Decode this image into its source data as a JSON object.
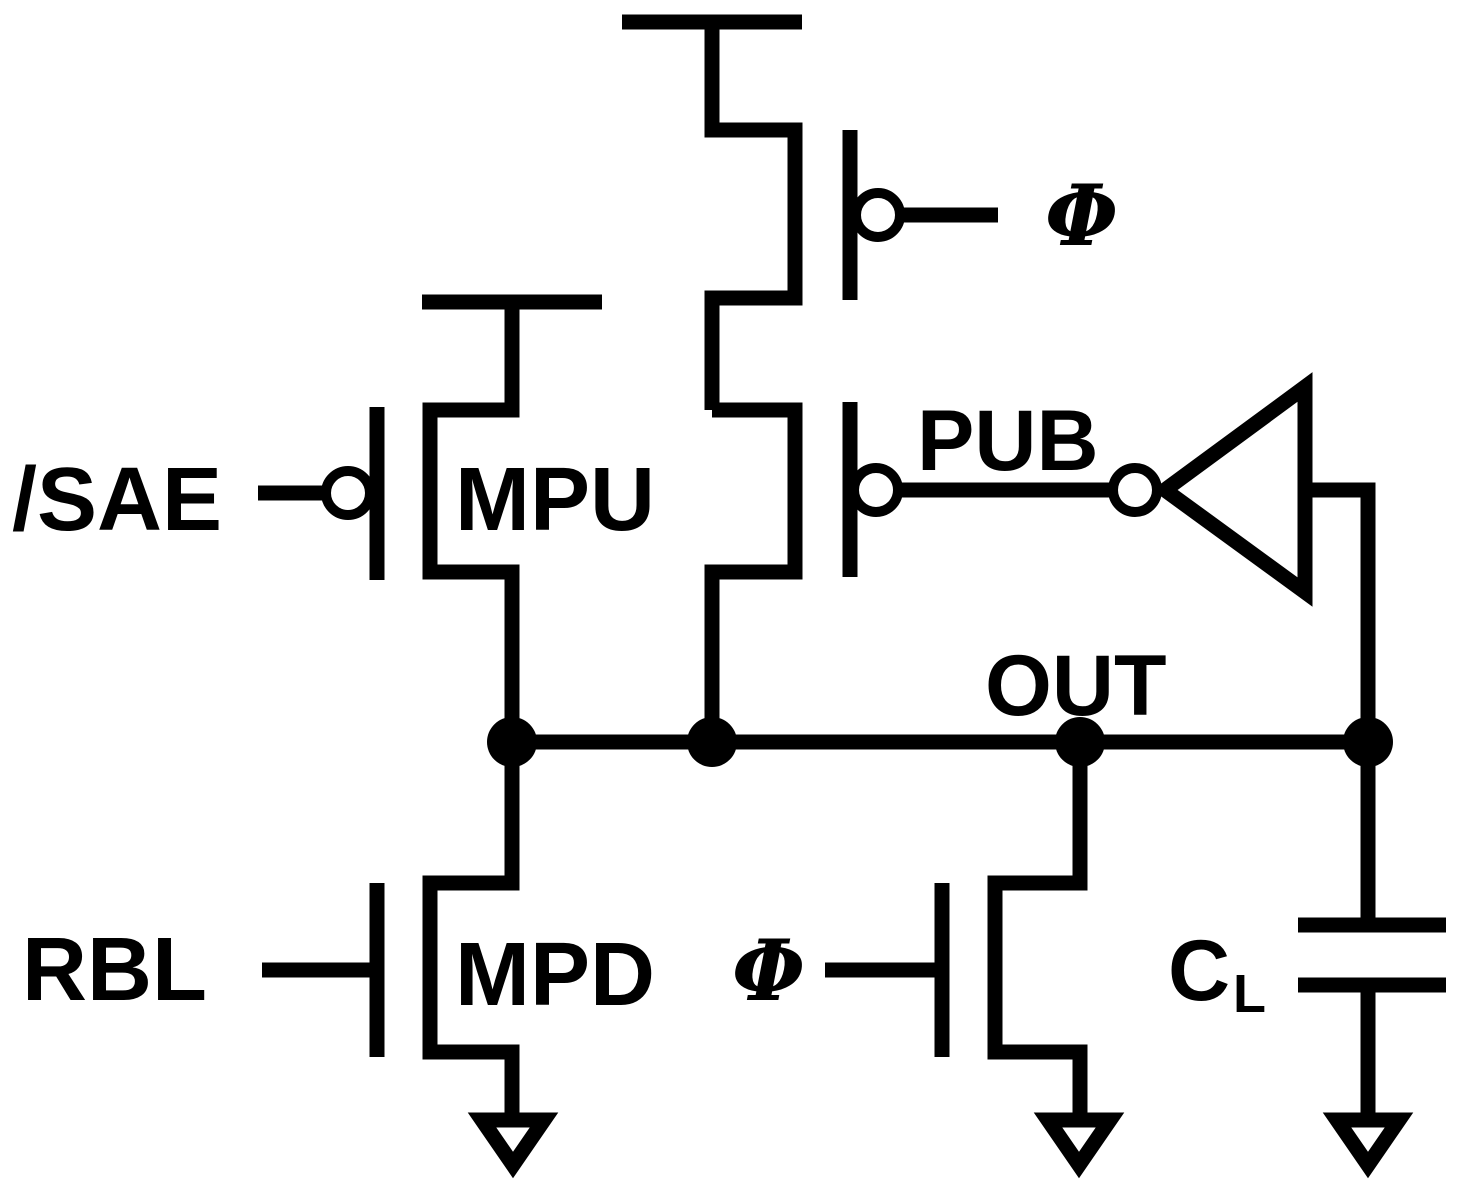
{
  "labels": {
    "sae": "/SAE",
    "mpu": "MPU",
    "pub": "PUB",
    "phi_top": "Φ",
    "out": "OUT",
    "rbl": "RBL",
    "mpd": "MPD",
    "phi_bottom": "Φ",
    "cl_main": "C",
    "cl_sub": "L"
  }
}
